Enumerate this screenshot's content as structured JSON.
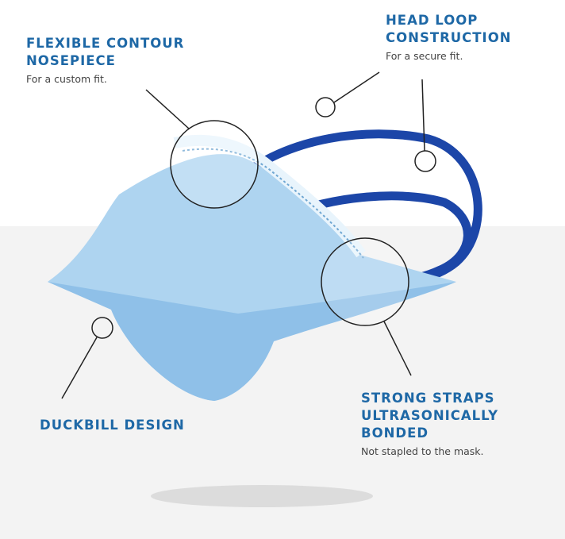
{
  "callouts": [
    {
      "title_lines": [
        "FLEXIBLE CONTOUR",
        "NOSEPIECE"
      ],
      "subtitle": "For a custom fit."
    },
    {
      "title_lines": [
        "HEAD LOOP",
        "CONSTRUCTION"
      ],
      "subtitle": "For a secure fit."
    },
    {
      "title_lines": [
        "STRONG STRAPS",
        "ULTRASONICALLY",
        "BONDED"
      ],
      "subtitle": "Not stapled to the mask."
    },
    {
      "title_lines": [
        "DUCKBILL DESIGN"
      ],
      "subtitle": null
    }
  ],
  "colors": {
    "title": "#1e68a6",
    "strap": "#1c46a8",
    "mask": "#a9d2ef",
    "background_lower": "#f3f3f3"
  }
}
